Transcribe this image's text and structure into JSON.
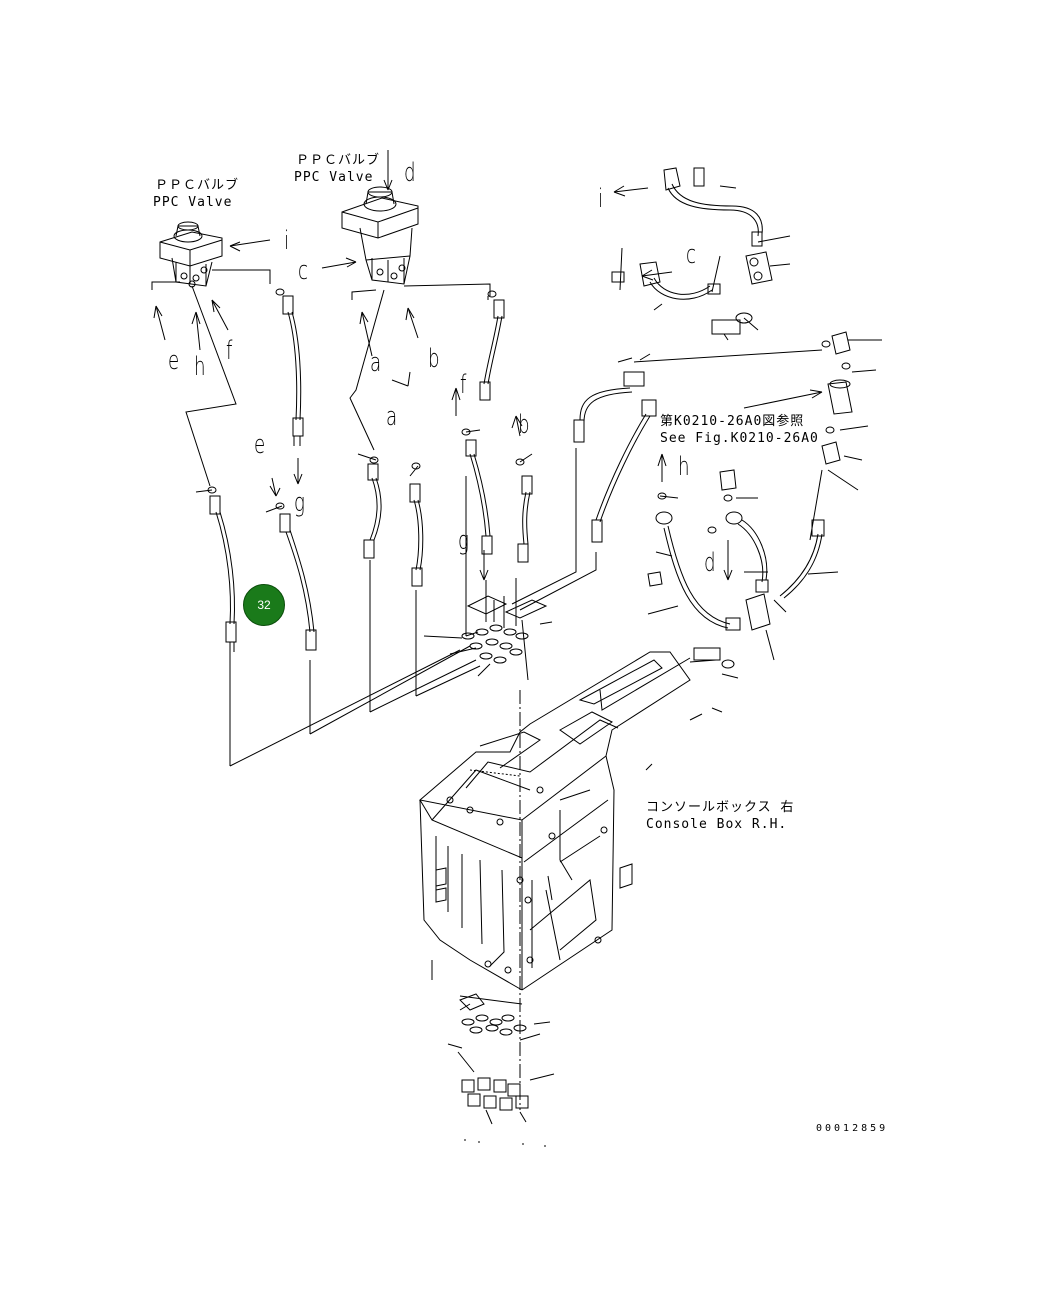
{
  "labels": {
    "ppc_valve_left_jp": "ＰＰＣバルブ",
    "ppc_valve_left_en": "PPC Valve",
    "ppc_valve_right_jp": "ＰＰＣバルブ",
    "ppc_valve_right_en": "PPC Valve",
    "see_fig_jp": "第K0210-26A0図参照",
    "see_fig_en": "See Fig.K0210-26A0",
    "console_jp": "コンソールボックス 右",
    "console_en": "Console Box R.H.",
    "doc_number": "00012859"
  },
  "callouts": {
    "a": "a",
    "b": "b",
    "c": "c",
    "d": "d",
    "e": "e",
    "f": "f",
    "g": "g",
    "h": "h",
    "i": "i"
  },
  "badge": {
    "number": "32",
    "color": "#1a7a1a"
  }
}
